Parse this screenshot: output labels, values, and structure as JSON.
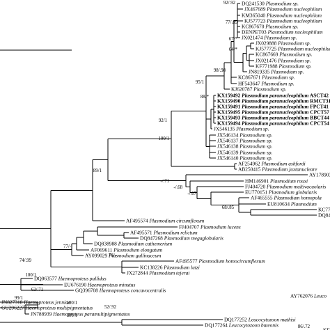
{
  "taxa": [
    {
      "id": "t1",
      "a": "DQ241530",
      "b": "Plasmodium",
      "c": "sp."
    },
    {
      "id": "t2",
      "a": "JX467689",
      "b": "Plasmodium",
      "c": "nucleophilum"
    },
    {
      "id": "t3",
      "a": "KM365040",
      "b": "Plasmodium",
      "c": "nucleophilum"
    },
    {
      "id": "t4",
      "a": "KJ577723",
      "b": "Plasmodium",
      "c": "nucleophilum"
    },
    {
      "id": "t5",
      "a": "KC867670",
      "b": "Plasmodium",
      "c": "sp."
    },
    {
      "id": "t6",
      "a": "DENPET03",
      "b": "Plasmodium",
      "c": "nucleophilum"
    },
    {
      "id": "t7",
      "a": "JX021474",
      "b": "Plasmodium",
      "c": "sp."
    },
    {
      "id": "t8",
      "a": "JX029888",
      "b": "Plasmodium",
      "c": "sp."
    },
    {
      "id": "t9",
      "a": "KJ577725",
      "b": "Plasmodium",
      "c": "nucleophilum"
    },
    {
      "id": "t10",
      "a": "KC867669",
      "b": "Plasmodium",
      "c": "sp."
    },
    {
      "id": "t11",
      "a": "JX021476",
      "b": "Plasmodium",
      "c": "sp."
    },
    {
      "id": "t12",
      "a": "KF771988",
      "b": "Plasmodium",
      "c": "sp."
    },
    {
      "id": "t13",
      "a": "JN819335",
      "b": "Plasmodium",
      "c": "sp."
    },
    {
      "id": "t14",
      "a": "KC867671",
      "b": "Plasmodium",
      "c": "sp."
    },
    {
      "id": "t15",
      "a": "HF543647",
      "b": "Plasmodium",
      "c": "sp."
    },
    {
      "id": "t16",
      "a": "KJ620787",
      "b": "Plasmodium",
      "c": "sp."
    },
    {
      "id": "t17",
      "a": "KX159492",
      "b": "Plasmodium paranucleophilum",
      "c": "ASCT42",
      "bold": true
    },
    {
      "id": "t18",
      "a": "KX159490",
      "b": "Plasmodium paranucleophilum",
      "c": "RMCT31",
      "bold": true
    },
    {
      "id": "t19",
      "a": "KX159491",
      "b": "Plasmodium paranucleophilum",
      "c": "FPCT41",
      "bold": true
    },
    {
      "id": "t20",
      "a": "KX159495",
      "b": "Plasmodium paranucleophilum",
      "c": "CPCT57",
      "bold": true
    },
    {
      "id": "t21",
      "a": "KX159493",
      "b": "Plasmodium paranucleophilum",
      "c": "BBCT44",
      "bold": true
    },
    {
      "id": "t22",
      "a": "KX159494",
      "b": "Plasmodium paranucleophilum",
      "c": "CPCT54",
      "bold": true
    },
    {
      "id": "t23",
      "a": "JX546135",
      "b": "Plasmodium",
      "c": "sp."
    },
    {
      "id": "t24",
      "a": "JX546134",
      "b": "Plasmodium",
      "c": "sp."
    },
    {
      "id": "t25",
      "a": "JX546137",
      "b": "Plasmodium",
      "c": "sp."
    },
    {
      "id": "t26",
      "a": "JX546138",
      "b": "Plasmodium",
      "c": "sp."
    },
    {
      "id": "t27",
      "a": "JX546139",
      "b": "Plasmodium",
      "c": "sp."
    },
    {
      "id": "t28",
      "a": "JX546140",
      "b": "Plasmodium",
      "c": "sp."
    },
    {
      "id": "t29",
      "a": "AF254962",
      "b": "Plasmodium",
      "c": "ashfordi"
    },
    {
      "id": "t30",
      "a": "AB250415",
      "b": "Plasmodium",
      "c": "juxtanucleare"
    },
    {
      "id": "t31",
      "a": "AY178903",
      "b": "",
      "c": ""
    },
    {
      "id": "t32",
      "a": "HM146901",
      "b": "Plasmodium",
      "c": "rouxi"
    },
    {
      "id": "t33",
      "a": "FJ404720",
      "b": "Plasmodium",
      "c": "multivacuolaris"
    },
    {
      "id": "t34",
      "a": "EU770151",
      "b": "Plasmodium",
      "c": "globularis"
    },
    {
      "id": "t35",
      "a": "AF465555",
      "b": "Plasmodium",
      "c": "homopola"
    },
    {
      "id": "t36",
      "a": "EU810634",
      "b": "Plasmodium",
      "c": ""
    },
    {
      "id": "t37",
      "a": "KC771248",
      "b": "Plas",
      "c": ""
    },
    {
      "id": "t38",
      "a": "DQ847271",
      "b": "Plas",
      "c": ""
    },
    {
      "id": "t39",
      "a": "AF495574",
      "b": "Plasmodium",
      "c": "circumflexum"
    },
    {
      "id": "t40",
      "a": "FJ404707",
      "b": "Plasmodium",
      "c": "lucens"
    },
    {
      "id": "t41",
      "a": "AF495571",
      "b": "Plasmodium",
      "c": "relictum"
    },
    {
      "id": "t42",
      "a": "DQ847268",
      "b": "Plasmodium",
      "c": "megaglobularis"
    },
    {
      "id": "t43",
      "a": "DQ838988",
      "b": "Plasmodium",
      "c": "cathemerium"
    },
    {
      "id": "t44",
      "a": "AF069611",
      "b": "Plasmodium",
      "c": "elongatum"
    },
    {
      "id": "t45",
      "a": "AY099029",
      "b": "Plasmodium",
      "c": "gallinaceum"
    },
    {
      "id": "t46",
      "a": "AF495577",
      "b": "Plasmodium",
      "c": "homocircumflexum"
    },
    {
      "id": "t47",
      "a": "KC138226",
      "b": "Plasmodium",
      "c": "lutzi"
    },
    {
      "id": "t48",
      "a": "JX272844",
      "b": "Plasmodium",
      "c": "tejerai"
    },
    {
      "id": "t49",
      "a": "DQ063577",
      "b": "Haemoproteus",
      "c": "pallidus"
    },
    {
      "id": "t50",
      "a": "EU676190",
      "b": "Haemoproteus",
      "c": "minutus"
    },
    {
      "id": "t51",
      "a": "GQ396708",
      "b": "Haemoproteus",
      "c": "concavocentralis"
    },
    {
      "id": "t52",
      "a": "AY762076",
      "b": "Leuco",
      "c": ""
    },
    {
      "id": "t53",
      "a": "JN827318",
      "b": "Haemoproteus",
      "c": "jenniae"
    },
    {
      "id": "t54",
      "a": "GU296227",
      "b": "Haemoproteus",
      "c": "multipigmentatus"
    },
    {
      "id": "t55",
      "a": "JN788939",
      "b": "Haemoproteus",
      "c": "paramultipigmentatus"
    },
    {
      "id": "t56",
      "a": "DQ177252",
      "b": "Leucocytozoon",
      "c": "mathisi"
    },
    {
      "id": "t57",
      "a": "DQ177264",
      "b": "Leucocytozoon",
      "c": "buteonis"
    },
    {
      "id": "t58",
      "a": "KF479480",
      "b": "",
      "c": ""
    }
  ],
  "supports": [
    {
      "id": "s1",
      "text": "92/.92"
    },
    {
      "id": "s2",
      "text": "77/.89"
    },
    {
      "id": "s3",
      "text": "67/*"
    },
    {
      "id": "s4",
      "text": "64/*"
    },
    {
      "id": "s5",
      "text": "98/.98"
    },
    {
      "id": "s6",
      "text": "95/1"
    },
    {
      "id": "s7",
      "text": "88/*"
    },
    {
      "id": "s8",
      "text": "92/1"
    },
    {
      "id": "s9",
      "text": "100/1"
    },
    {
      "id": "s10",
      "text": "89/1"
    },
    {
      "id": "s11",
      "text": "-/.71"
    },
    {
      "id": "s12",
      "text": "-/.68"
    },
    {
      "id": "s13",
      "text": "-/.67"
    },
    {
      "id": "s14",
      "text": "68/.85"
    },
    {
      "id": "s15",
      "text": "74/.99"
    },
    {
      "id": "s16",
      "text": "77/-"
    },
    {
      "id": "s17",
      "text": "76/-"
    },
    {
      "id": "s18",
      "text": "100/1"
    },
    {
      "id": "s19",
      "text": "63/.71"
    },
    {
      "id": "s20",
      "text": "99/1"
    },
    {
      "id": "s21",
      "text": "100/1"
    },
    {
      "id": "s22",
      "text": "52/.92"
    },
    {
      "id": "s23",
      "text": "100/1"
    },
    {
      "id": "s24",
      "text": "86/.72"
    }
  ],
  "colors": {
    "line": "#000000",
    "background": "#ffffff"
  }
}
